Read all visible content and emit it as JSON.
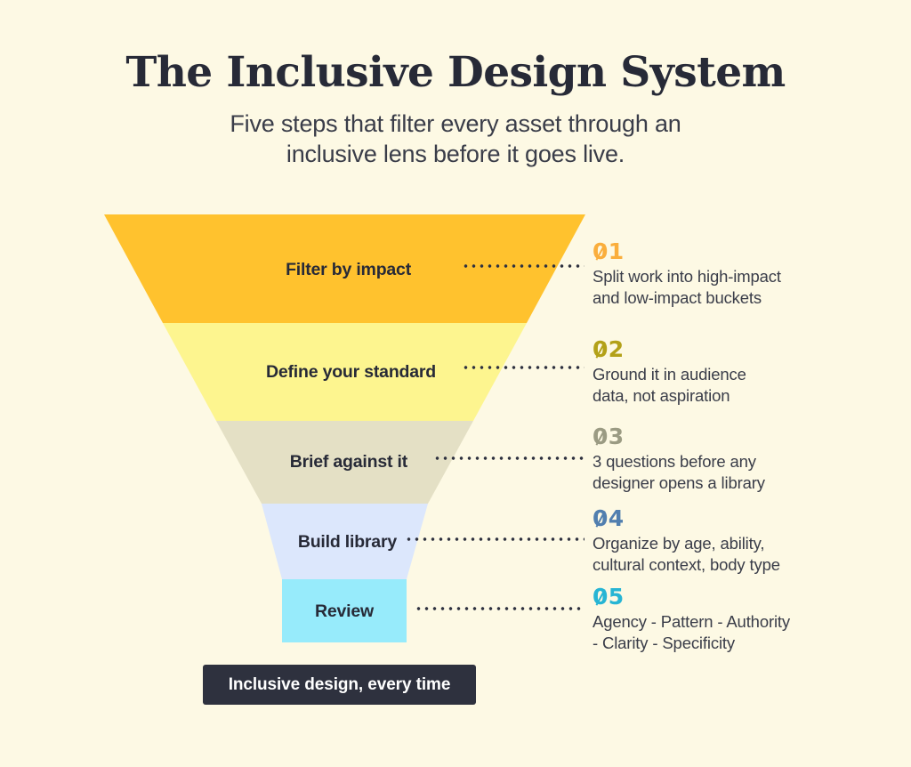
{
  "header": {
    "title": "The Inclusive Design System",
    "subtitle_line1": "Five steps that filter every asset through an",
    "subtitle_line2": "inclusive lens before it goes live."
  },
  "funnel": {
    "background_color": "#FDF9E4",
    "stages": [
      {
        "index": "01",
        "label": "Filter by impact",
        "number": "01",
        "number_color": "#FAAE3C",
        "band_color": "#FFC22E",
        "desc_line1": "Split work into high-impact",
        "desc_line2": "and low-impact buckets"
      },
      {
        "index": "02",
        "label": "Define your standard",
        "number": "02",
        "number_color": "#B3A118",
        "band_color": "#FDF58F",
        "desc_line1": "Ground it in audience",
        "desc_line2": "data, not aspiration"
      },
      {
        "index": "03",
        "label": "Brief against it",
        "number": "03",
        "number_color": "#9B9B83",
        "band_color": "#E4E0C5",
        "desc_line1": "3 questions before any",
        "desc_line2": "designer opens a library"
      },
      {
        "index": "04",
        "label": "Build library",
        "number": "04",
        "number_color": "#517FAF",
        "band_color": "#DCE7FC",
        "desc_line1": "Organize by age, ability,",
        "desc_line2": "cultural context, body type"
      },
      {
        "index": "05",
        "label": "Review",
        "number": "05",
        "number_color": "#27B5D4",
        "band_color": "#97EBFB",
        "desc_line1": "Agency - Pattern - Authority",
        "desc_line2": "- Clarity - Specificity"
      }
    ]
  },
  "footer": {
    "badge_label": "Inclusive design, every time",
    "badge_color": "#2E313E"
  }
}
